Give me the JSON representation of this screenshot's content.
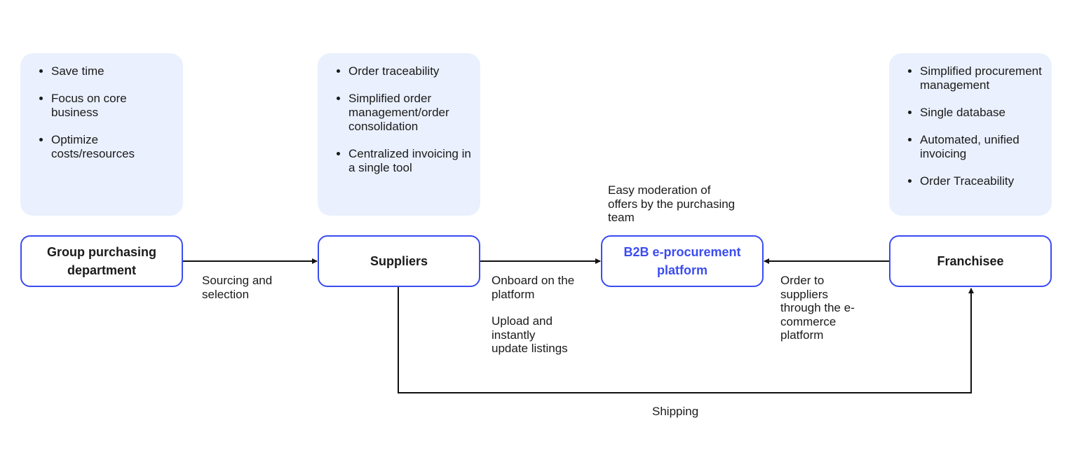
{
  "benefits": {
    "group": [
      "Save time",
      "Focus on core business",
      "Optimize costs/resources"
    ],
    "suppliers": [
      "Order traceability",
      "Simplified order management/order consolidation",
      "Centralized invoicing in a single tool"
    ],
    "franchisee": [
      "Simplified procurement management",
      "Single database",
      "Automated, unified invoicing",
      "Order Traceability"
    ]
  },
  "nodes": {
    "group": "Group purchasing department",
    "suppliers": "Suppliers",
    "platform": "B2B e-procurement platform",
    "franchisee": "Franchisee"
  },
  "labels": {
    "sourcing": "Sourcing and\nselection",
    "onboard": "Onboard on the\nplatform",
    "upload": "Upload and\ninstantly\nupdate listings",
    "moderation": "Easy moderation of\noffers by the purchasing\nteam",
    "order": "Order to\nsuppliers\nthrough the e-\ncommerce\nplatform",
    "shipping": "Shipping"
  },
  "colors": {
    "accent": "#3b4cf0",
    "box_fill": "#eaf0fd",
    "line": "#111111"
  }
}
